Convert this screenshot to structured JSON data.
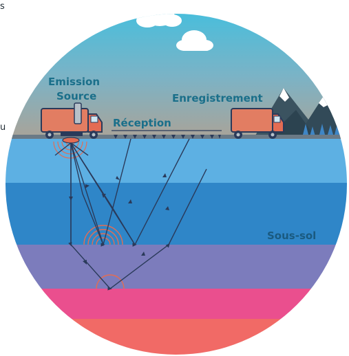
{
  "labels": {
    "emission_line1": "Emission",
    "emission_line2": "Source",
    "reception": "Réception",
    "recording": "Enregistrement",
    "subsoil": "Sous-sol"
  },
  "edge_glyphs": {
    "top_left": "s",
    "mid_left": "u"
  },
  "colors": {
    "sky_top": "#3fc0e0",
    "sky_bottom": "#a9a39a",
    "water_band": "#5db0e3",
    "layer_1": "#2f86c8",
    "layer_2": "#7c7cbc",
    "layer_3": "#ea4f8e",
    "layer_4": "#f16a66",
    "truck_box": "#e27d62",
    "truck_cab": "#e46c53",
    "label_color": "#1a6f8a",
    "ray_color": "#2a3a5a",
    "mountain": "#3b5360",
    "tree": "#3f86c5"
  }
}
